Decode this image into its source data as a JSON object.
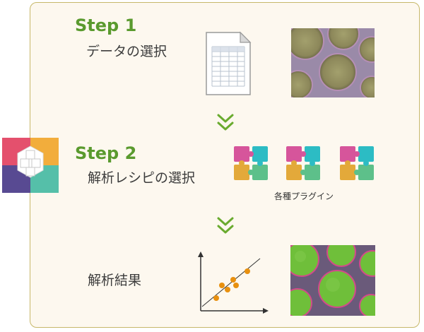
{
  "steps": [
    {
      "title": "Step 1",
      "label": "データの選択"
    },
    {
      "title": "Step 2",
      "label": "解析レシピの選択"
    },
    {
      "title": "",
      "label": "解析結果"
    }
  ],
  "plugins": {
    "caption": "各種プラグイン",
    "count": 3
  },
  "colors": {
    "accent_green": "#5a9a2e",
    "frame": "#c7b86a",
    "panel_bg": "#fdf8ef",
    "puzzle_magenta": "#d6559b",
    "puzzle_teal": "#2cbcc4",
    "puzzle_gold": "#e3a93a",
    "puzzle_green": "#5dc08a",
    "scatter_points": "#e8900f",
    "mask_green": "#6fbf3a"
  },
  "icons": [
    "spreadsheet-file-icon",
    "cell-micrograph",
    "chevron-down-icon",
    "app-logo-icon",
    "puzzle-plugin-icon",
    "scatter-plot-icon",
    "segmented-micrograph"
  ]
}
